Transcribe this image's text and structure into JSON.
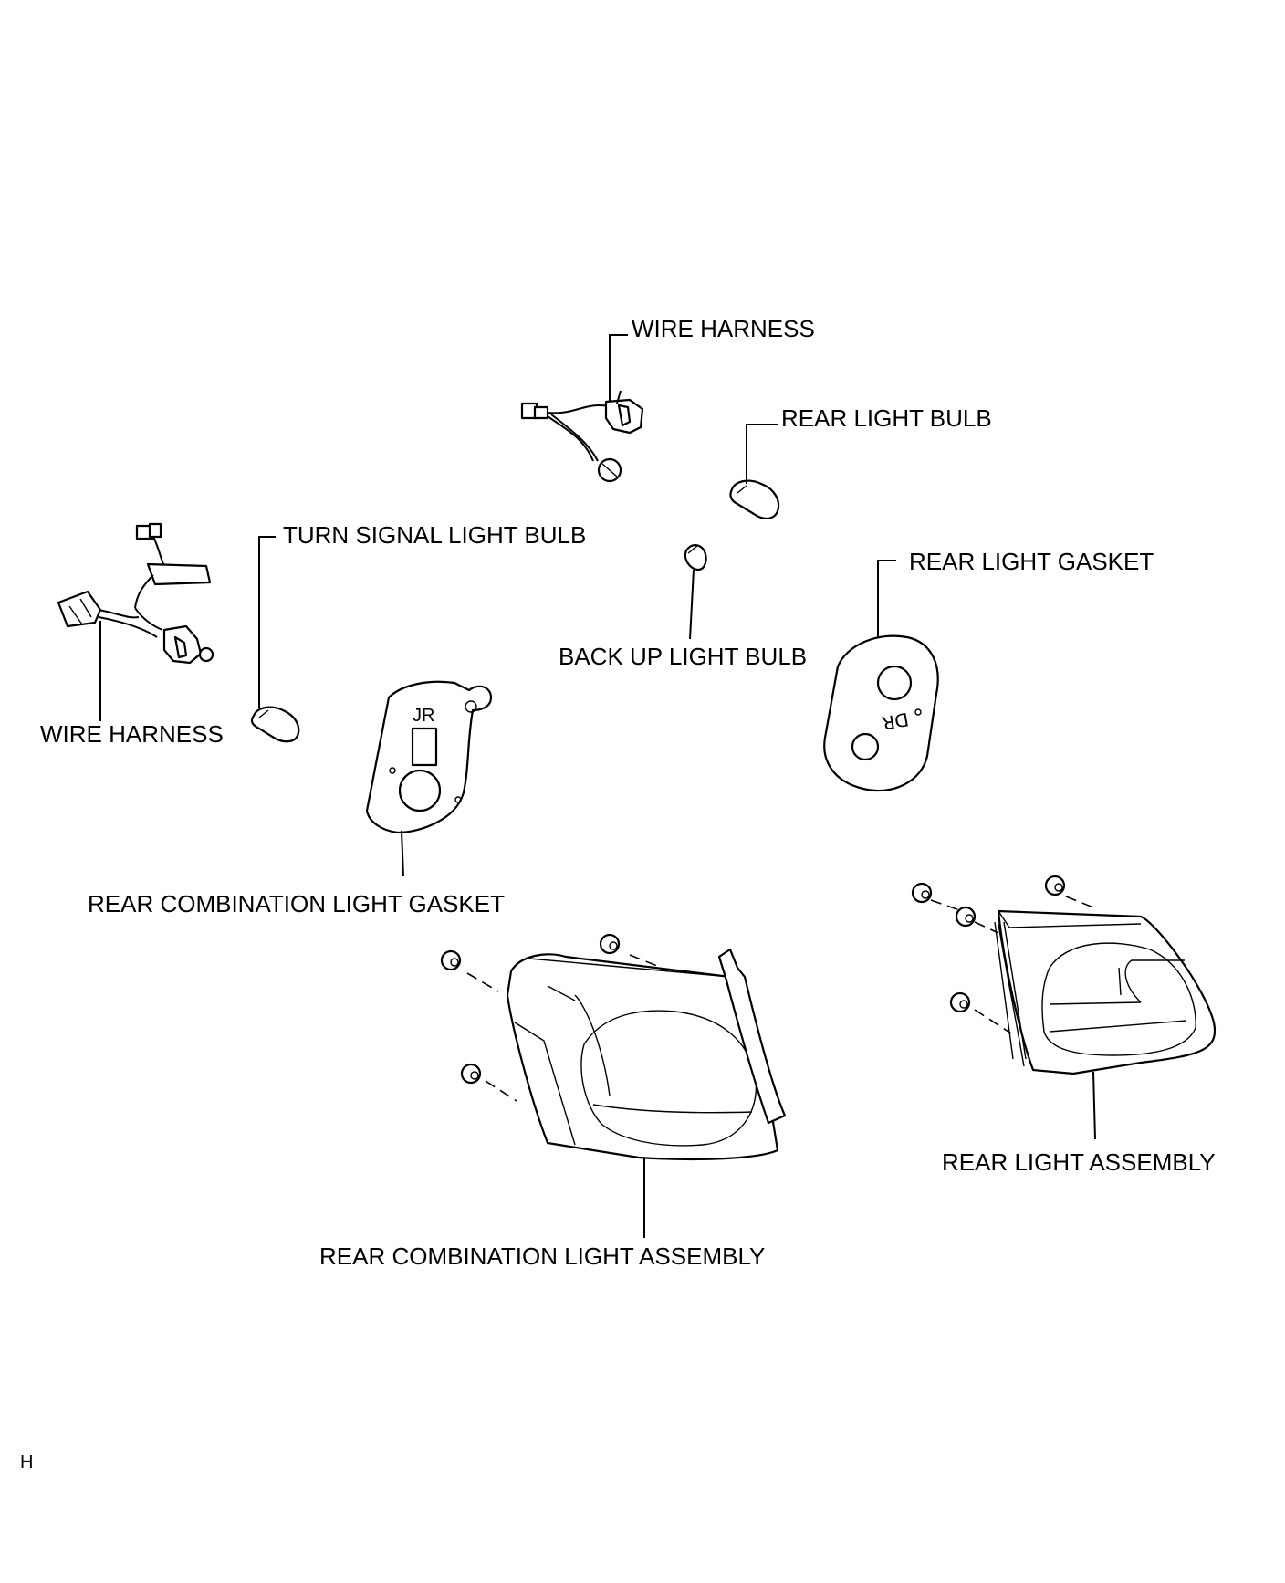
{
  "labels": {
    "wire_harness_top": "WIRE HARNESS",
    "rear_light_bulb": "REAR LIGHT BULB",
    "turn_signal_light_bulb": "TURN SIGNAL LIGHT BULB",
    "rear_light_gasket": "REAR LIGHT GASKET",
    "back_up_light_bulb": "BACK UP LIGHT BULB",
    "wire_harness_left": "WIRE HARNESS",
    "rear_combination_light_gasket": "REAR COMBINATION LIGHT GASKET",
    "rear_light_assembly": "REAR LIGHT ASSEMBLY",
    "rear_combination_light_assembly": "REAR COMBINATION LIGHT ASSEMBLY"
  },
  "code": "H"
}
